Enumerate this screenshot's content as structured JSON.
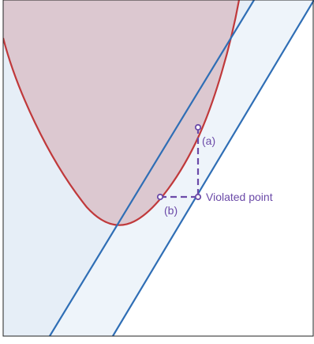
{
  "figure": {
    "labels": {
      "point_a": "(a)",
      "point_b": "(b)",
      "violated_point": "Violated point"
    }
  },
  "colors": {
    "feasible_region_fill": "#dcc8d0",
    "parabola_stroke": "#c0393b",
    "cut_line_stroke": "#2f6eb5",
    "cut_halfspace_fill": "#eef4fa",
    "violated_point_color": "#6b4aa8",
    "frame_stroke": "#222222",
    "background": "#ffffff"
  }
}
